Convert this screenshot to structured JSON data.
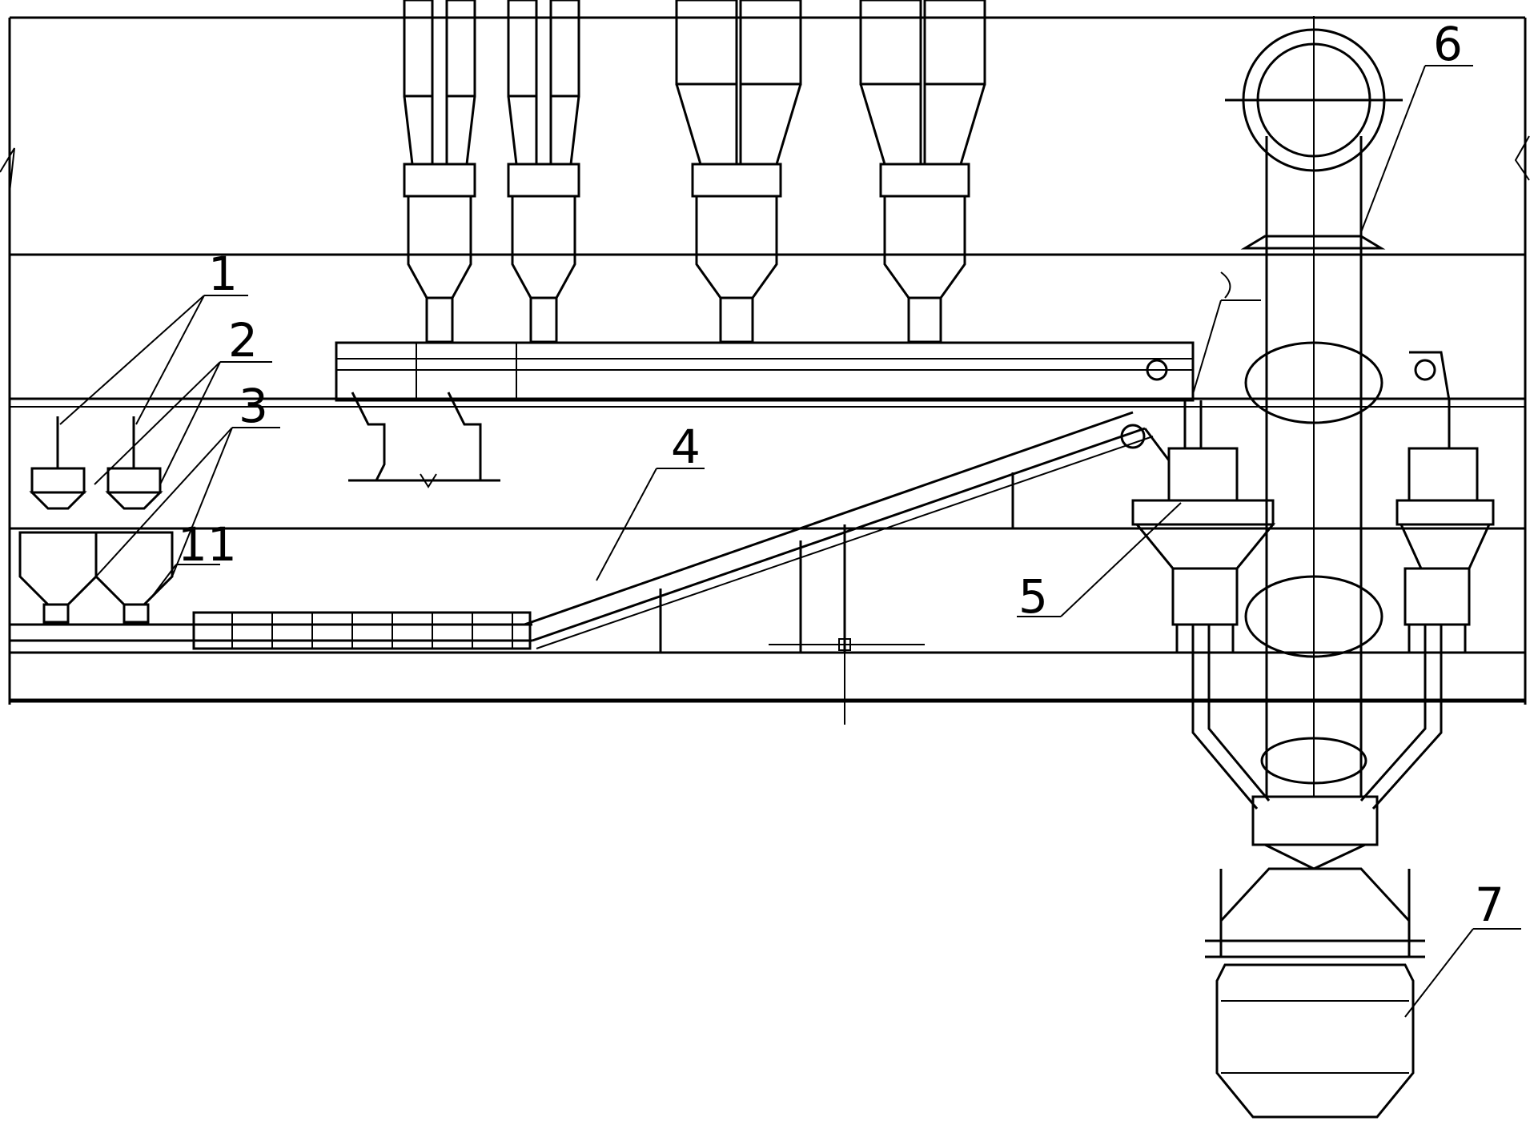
{
  "diagram": {
    "callouts": [
      {
        "id": "c1",
        "label": "1"
      },
      {
        "id": "c2",
        "label": "2"
      },
      {
        "id": "c3",
        "label": "3"
      },
      {
        "id": "c11",
        "label": "11"
      },
      {
        "id": "c4",
        "label": "4"
      },
      {
        "id": "c5",
        "label": "5"
      },
      {
        "id": "c6",
        "label": "6"
      },
      {
        "id": "c7",
        "label": "7"
      }
    ]
  }
}
